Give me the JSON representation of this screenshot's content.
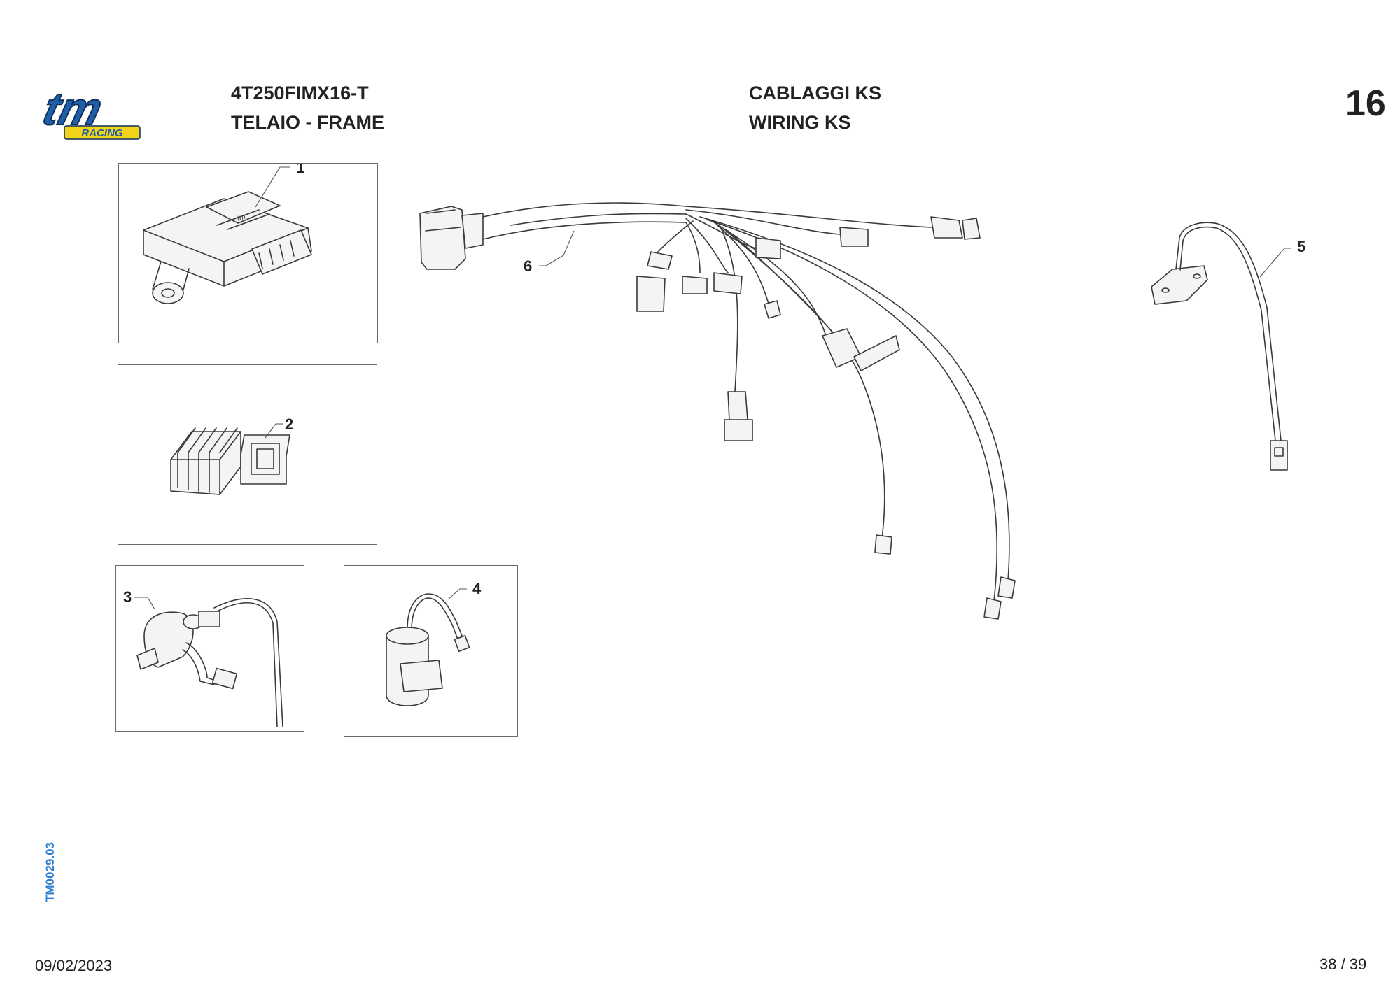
{
  "header": {
    "logo_text": "tm",
    "logo_subtext": "RACING",
    "model_code": "4T250FIMX16-T",
    "section_it_en": "TELAIO - FRAME",
    "group_it": "CABLAGGI KS",
    "group_en": "WIRING KS",
    "plate_number": "16"
  },
  "callouts": {
    "part1": "1",
    "part2": "2",
    "part3": "3",
    "part4": "4",
    "part5": "5",
    "part6": "6"
  },
  "side_code": "TM0029.03",
  "footer": {
    "date": "09/02/2023",
    "page": "38 / 39"
  },
  "colors": {
    "logo_blue": "#1f5fa8",
    "logo_yellow": "#f3d21c",
    "side_code_blue": "#2f7fd0"
  }
}
